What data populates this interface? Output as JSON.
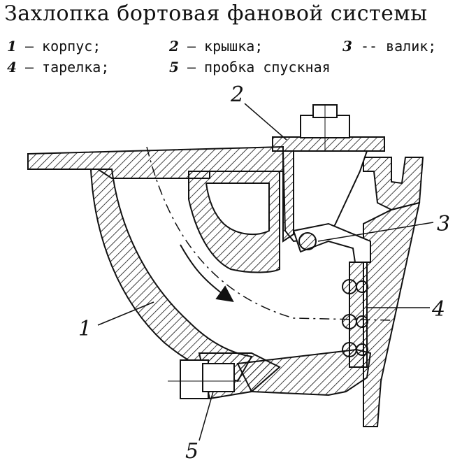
{
  "title": "Захлопка бортовая фановой системы",
  "legend": [
    {
      "num": "1",
      "text": " — корпус;"
    },
    {
      "num": "2",
      "text": " — крышка;"
    },
    {
      "num": "3",
      "text": " -- валик;"
    },
    {
      "num": "4",
      "text": " — тарелка;"
    },
    {
      "num": "5",
      "text": " — пробка  спускная"
    }
  ],
  "callouts": [
    "1",
    "2",
    "3",
    "4",
    "5"
  ],
  "ink_color": "#111111"
}
